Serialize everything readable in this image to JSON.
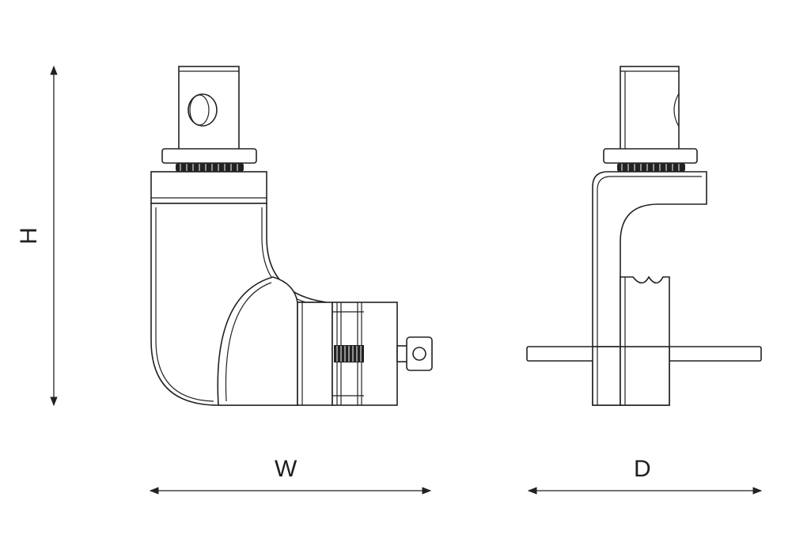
{
  "dimensions": {
    "width_label": "W",
    "depth_label": "D",
    "height_label": "H"
  },
  "colors": {
    "line": "#222222",
    "background": "#ffffff"
  }
}
